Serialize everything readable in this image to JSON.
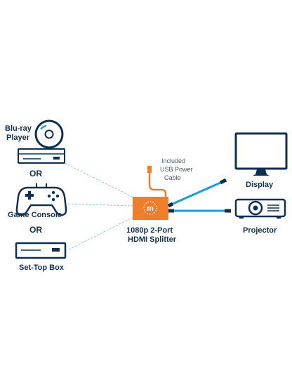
{
  "sources": {
    "bluray": {
      "label_line1": "Blu-ray",
      "label_line2": "Player"
    },
    "or1": "OR",
    "console": {
      "label": "Game Console"
    },
    "or2": "OR",
    "settop": {
      "label": "Set-Top Box"
    }
  },
  "splitter": {
    "label_line1": "1080p 2-Port",
    "label_line2": "HDMI Splitter",
    "logo_letter": "m"
  },
  "power": {
    "line1": "Included",
    "line2": "USB Power",
    "line3": "Cable"
  },
  "outputs": {
    "display": {
      "label": "Display"
    },
    "projector": {
      "label": "Projector"
    }
  },
  "colors": {
    "navy": "#0f2f52",
    "cyan": "#1aa0d8",
    "orange": "#ef7d2a",
    "device_fill": "#ffffff"
  }
}
